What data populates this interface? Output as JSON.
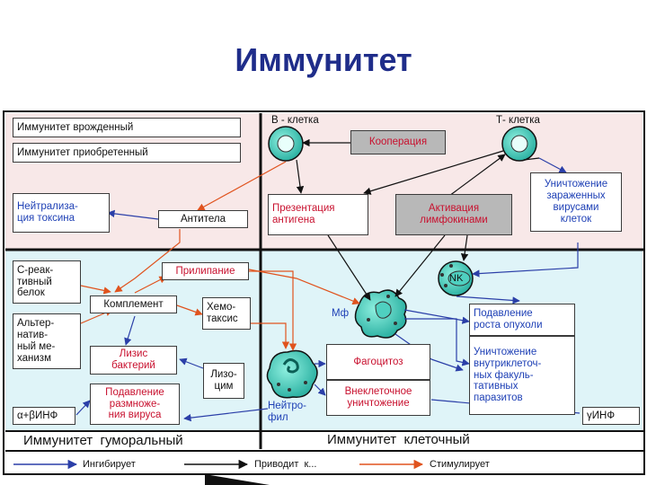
{
  "title": "Иммунитет",
  "colors": {
    "humoral_bg": "#f8e8e8",
    "cellular_bg": "#dff4f8",
    "stimulates": "#e0531e",
    "inhibits": "#2b3fa8",
    "leads_to": "#111111",
    "cell_fill": "#3fc6b4",
    "title_color": "#1f2d8a"
  },
  "headers": {
    "innate": "Иммунитет  врожденный",
    "acquired": "Иммунитет  приобретенный",
    "b_cell": "В - клетка",
    "t_cell": "Т- клетка"
  },
  "boxes": {
    "cooperation": "Кооперация",
    "infected_cells": "Уничтожение\nзараженных\nвирусами\nклеток",
    "toxin_neutralization": "Нейтрализа-\nция  токсина",
    "antibodies": "Антитела",
    "antigen_presentation": "Презентация\nантигена",
    "lymphokine_activation": "Активация\nлимфокинами",
    "c_reactive": "С-реак-\nтивный\nбелок",
    "adhesion": "Прилипание",
    "complement": "Комплемент",
    "chemotaxis": "Хемо-\nтаксис",
    "alternative": "Альтер-\nнатив-\nный  ме-\nханизм",
    "bacteria_lysis": "Лизис\nбактерий",
    "lysozyme": "Лизо-\nцим",
    "virus_suppression": "Подавление\nразмноже-\nния вируса",
    "interferon_ab": "α+βИНФ",
    "phagocytosis": "Фагоцитоз",
    "extracellular": "Внеклеточное\nуничтожение",
    "tumor_suppression": "Подавление\nроста  опухоли",
    "parasites": "Уничтожение\nвнутриклеточ-\nных  факуль-\nтативных\nпаразитов",
    "interferon_g": "γИНФ"
  },
  "cell_labels": {
    "nk": "NK",
    "macrophage": "Мф",
    "neutrophil": "Нейтро-\nфил"
  },
  "footer": {
    "humoral": "Иммунитет  гуморальный",
    "cellular": "Иммунитет  клеточный"
  },
  "legend": {
    "inhibits": "Ингибирует",
    "leads_to": "Приводит  к...",
    "stimulates": "Стимулирует"
  }
}
